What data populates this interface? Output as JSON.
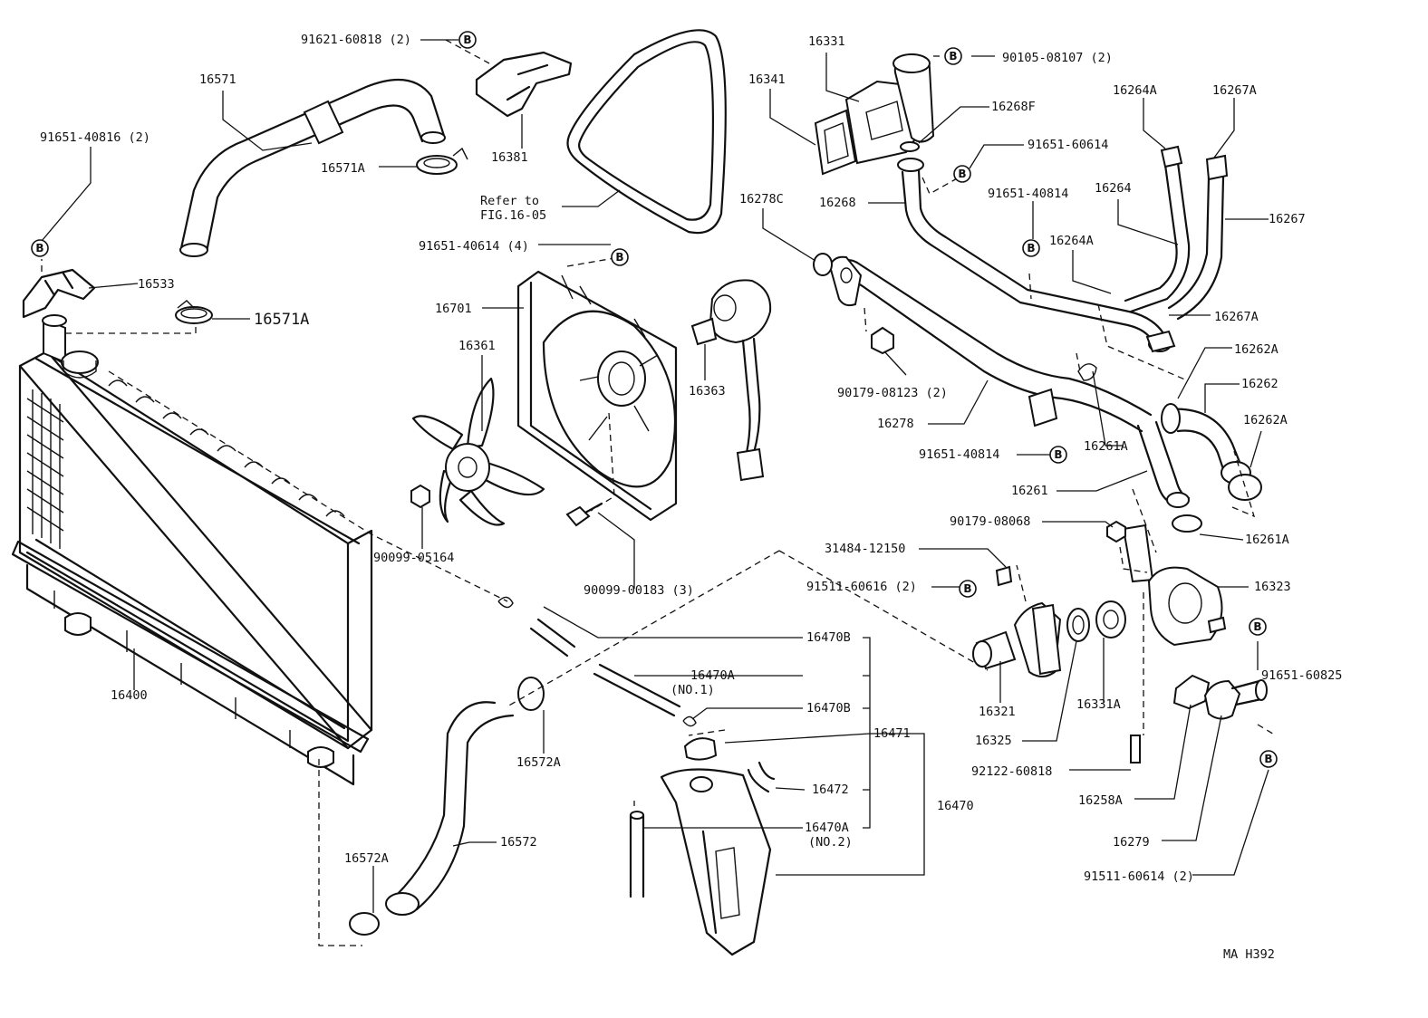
{
  "diagram": {
    "figure_code": "MA H392",
    "badge_letter": "B",
    "labels": {
      "l91621": "91621-60818 (2)",
      "l16571": "16571",
      "l16571A_a": "16571A",
      "l16571A_b": "16571A",
      "l91651_40816": "91651-40816 (2)",
      "l16533": "16533",
      "l16381": "16381",
      "l_refer": "Refer to",
      "l_fig": "FIG.16-05",
      "l16331": "16331",
      "l16341": "16341",
      "l90105": "90105-08107 (2)",
      "l16268F": "16268F",
      "l91651_60614": "91651-60614",
      "l16268": "16268",
      "l16264A_a": "16264A",
      "l16267A_a": "16267A",
      "l16278C": "16278C",
      "l91651_40814_a": "91651-40814",
      "l16264": "16264",
      "l16267": "16267",
      "l16264A_b": "16264A",
      "l16267A_b": "16267A",
      "l91651_40614": "91651-40614 (4)",
      "l16701": "16701",
      "l16361": "16361",
      "l16363": "16363",
      "l90179_08123": "90179-08123 (2)",
      "l16262A_a": "16262A",
      "l16262": "16262",
      "l16262A_b": "16262A",
      "l16278": "16278",
      "l16261A_a": "16261A",
      "l91651_40814_b": "91651-40814",
      "l16261": "16261",
      "l90179_08068": "90179-08068",
      "l16261A_b": "16261A",
      "l90099_05164": "90099-05164",
      "l90099_00183": "90099-00183 (3)",
      "l31484": "31484-12150",
      "l91511_60616": "91511-60616 (2)",
      "l16323": "16323",
      "l16470B_a": "16470B",
      "l16470A_a": "16470A",
      "l_no1": "(NO.1)",
      "l16470B_b": "16470B",
      "l16471": "16471",
      "l16400": "16400",
      "l16572A_a": "16572A",
      "l16472": "16472",
      "l16470": "16470",
      "l16470A_b": "16470A",
      "l_no2": "(NO.2)",
      "l16572": "16572",
      "l16572A_b": "16572A",
      "l16321": "16321",
      "l16331A": "16331A",
      "l16325": "16325",
      "l91651_60825": "91651-60825",
      "l92122": "92122-60818",
      "l16258A": "16258A",
      "l16279": "16279",
      "l91511_60614": "91511-60614 (2)"
    }
  }
}
